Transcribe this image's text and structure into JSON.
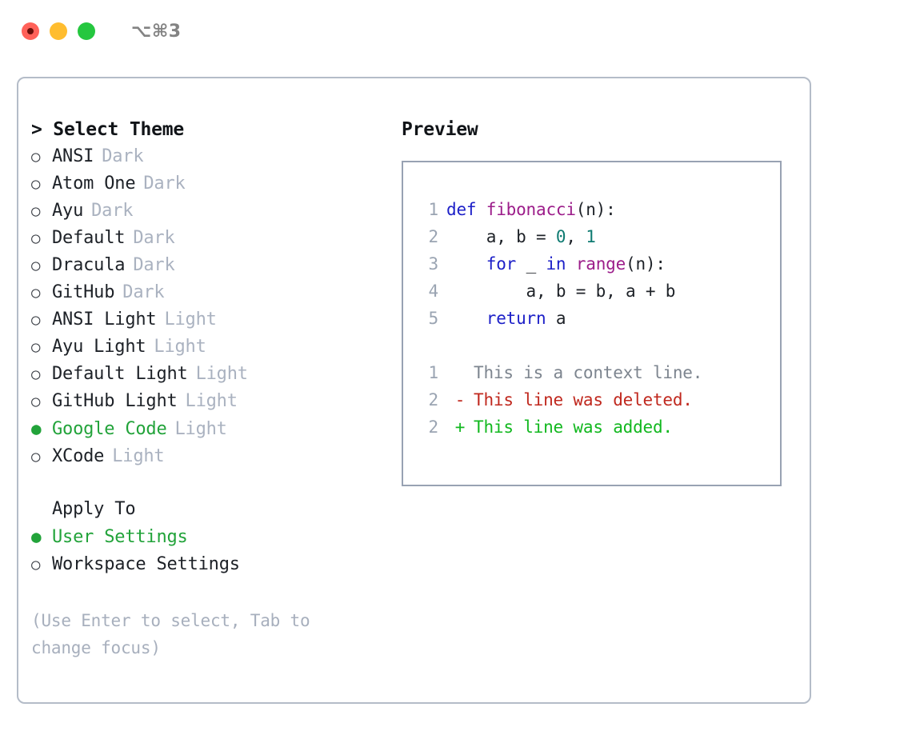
{
  "titlebar": {
    "shortcut": "⌥⌘3",
    "lights": [
      {
        "name": "close",
        "color": "#ff6159"
      },
      {
        "name": "minimize",
        "color": "#ffbd2f"
      },
      {
        "name": "maximize",
        "color": "#25c73f"
      }
    ]
  },
  "theme_selector": {
    "header": "> Select Theme",
    "selected_bullet": "●",
    "unselected_bullet": "○",
    "accent_color": "#22a33a",
    "options": [
      {
        "label": "ANSI",
        "badge": "Dark",
        "selected": false
      },
      {
        "label": "Atom One",
        "badge": "Dark",
        "selected": false
      },
      {
        "label": "Ayu",
        "badge": "Dark",
        "selected": false
      },
      {
        "label": "Default",
        "badge": "Dark",
        "selected": false
      },
      {
        "label": "Dracula",
        "badge": "Dark",
        "selected": false
      },
      {
        "label": "GitHub",
        "badge": "Dark",
        "selected": false
      },
      {
        "label": "ANSI Light",
        "badge": "Light",
        "selected": false
      },
      {
        "label": "Ayu Light",
        "badge": "Light",
        "selected": false
      },
      {
        "label": "Default Light",
        "badge": "Light",
        "selected": false
      },
      {
        "label": "GitHub Light",
        "badge": "Light",
        "selected": false
      },
      {
        "label": "Google Code",
        "badge": "Light",
        "selected": true
      },
      {
        "label": "XCode",
        "badge": "Light",
        "selected": false
      }
    ]
  },
  "apply_to": {
    "header": "Apply To",
    "options": [
      {
        "label": "User Settings",
        "selected": true
      },
      {
        "label": "Workspace Settings",
        "selected": false
      }
    ]
  },
  "hint": "(Use Enter to select, Tab to change focus)",
  "preview": {
    "title": "Preview",
    "code_lines": [
      {
        "no": "1",
        "tokens": [
          {
            "t": "def ",
            "c": "kw"
          },
          {
            "t": "fibonacci",
            "c": "fn"
          },
          {
            "t": "(n):",
            "c": "plain"
          }
        ]
      },
      {
        "no": "2",
        "tokens": [
          {
            "t": "    a, b = ",
            "c": "plain"
          },
          {
            "t": "0",
            "c": "num"
          },
          {
            "t": ", ",
            "c": "plain"
          },
          {
            "t": "1",
            "c": "num"
          }
        ]
      },
      {
        "no": "3",
        "tokens": [
          {
            "t": "    ",
            "c": "plain"
          },
          {
            "t": "for",
            "c": "kw"
          },
          {
            "t": " _ ",
            "c": "plain"
          },
          {
            "t": "in",
            "c": "kw"
          },
          {
            "t": " ",
            "c": "plain"
          },
          {
            "t": "range",
            "c": "fn"
          },
          {
            "t": "(n):",
            "c": "plain"
          }
        ]
      },
      {
        "no": "4",
        "tokens": [
          {
            "t": "        a, b = b, a + b",
            "c": "plain"
          }
        ]
      },
      {
        "no": "5",
        "tokens": [
          {
            "t": "    ",
            "c": "plain"
          },
          {
            "t": "return",
            "c": "kw"
          },
          {
            "t": " a",
            "c": "plain"
          }
        ]
      }
    ],
    "diff_lines": [
      {
        "no": "1",
        "mark": "",
        "text": "This is a context line.",
        "kind": "ctx"
      },
      {
        "no": "2",
        "mark": "-",
        "text": "This line was deleted.",
        "kind": "del"
      },
      {
        "no": "2",
        "mark": "+",
        "text": "This line was added.",
        "kind": "add"
      }
    ]
  }
}
